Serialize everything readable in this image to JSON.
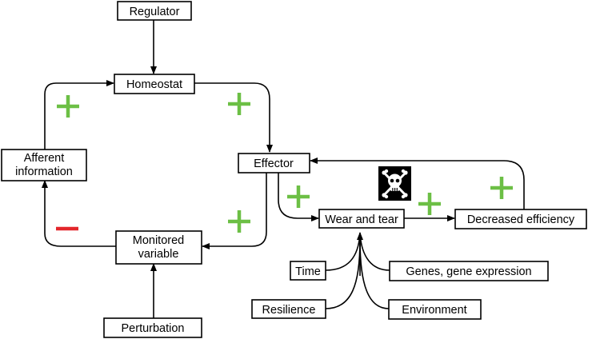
{
  "nodes": {
    "regulator": "Regulator",
    "homeostat": "Homeostat",
    "afferent_line1": "Afferent",
    "afferent_line2": "information",
    "effector": "Effector",
    "monitored_line1": "Monitored",
    "monitored_line2": "variable",
    "perturbation": "Perturbation",
    "wear_and_tear": "Wear and tear",
    "decreased_efficiency": "Decreased efficiency",
    "time": "Time",
    "genes": "Genes, gene expression",
    "resilience": "Resilience",
    "environment": "Environment"
  },
  "signs": {
    "plus": "+",
    "minus": "−"
  },
  "colors": {
    "plus": "#6cbf45",
    "minus": "#e3262b",
    "line": "#000000",
    "skull_background": "#000000",
    "skull": "#ffffff"
  },
  "icons": {
    "toxic": "skull-and-crossbones-icon"
  }
}
